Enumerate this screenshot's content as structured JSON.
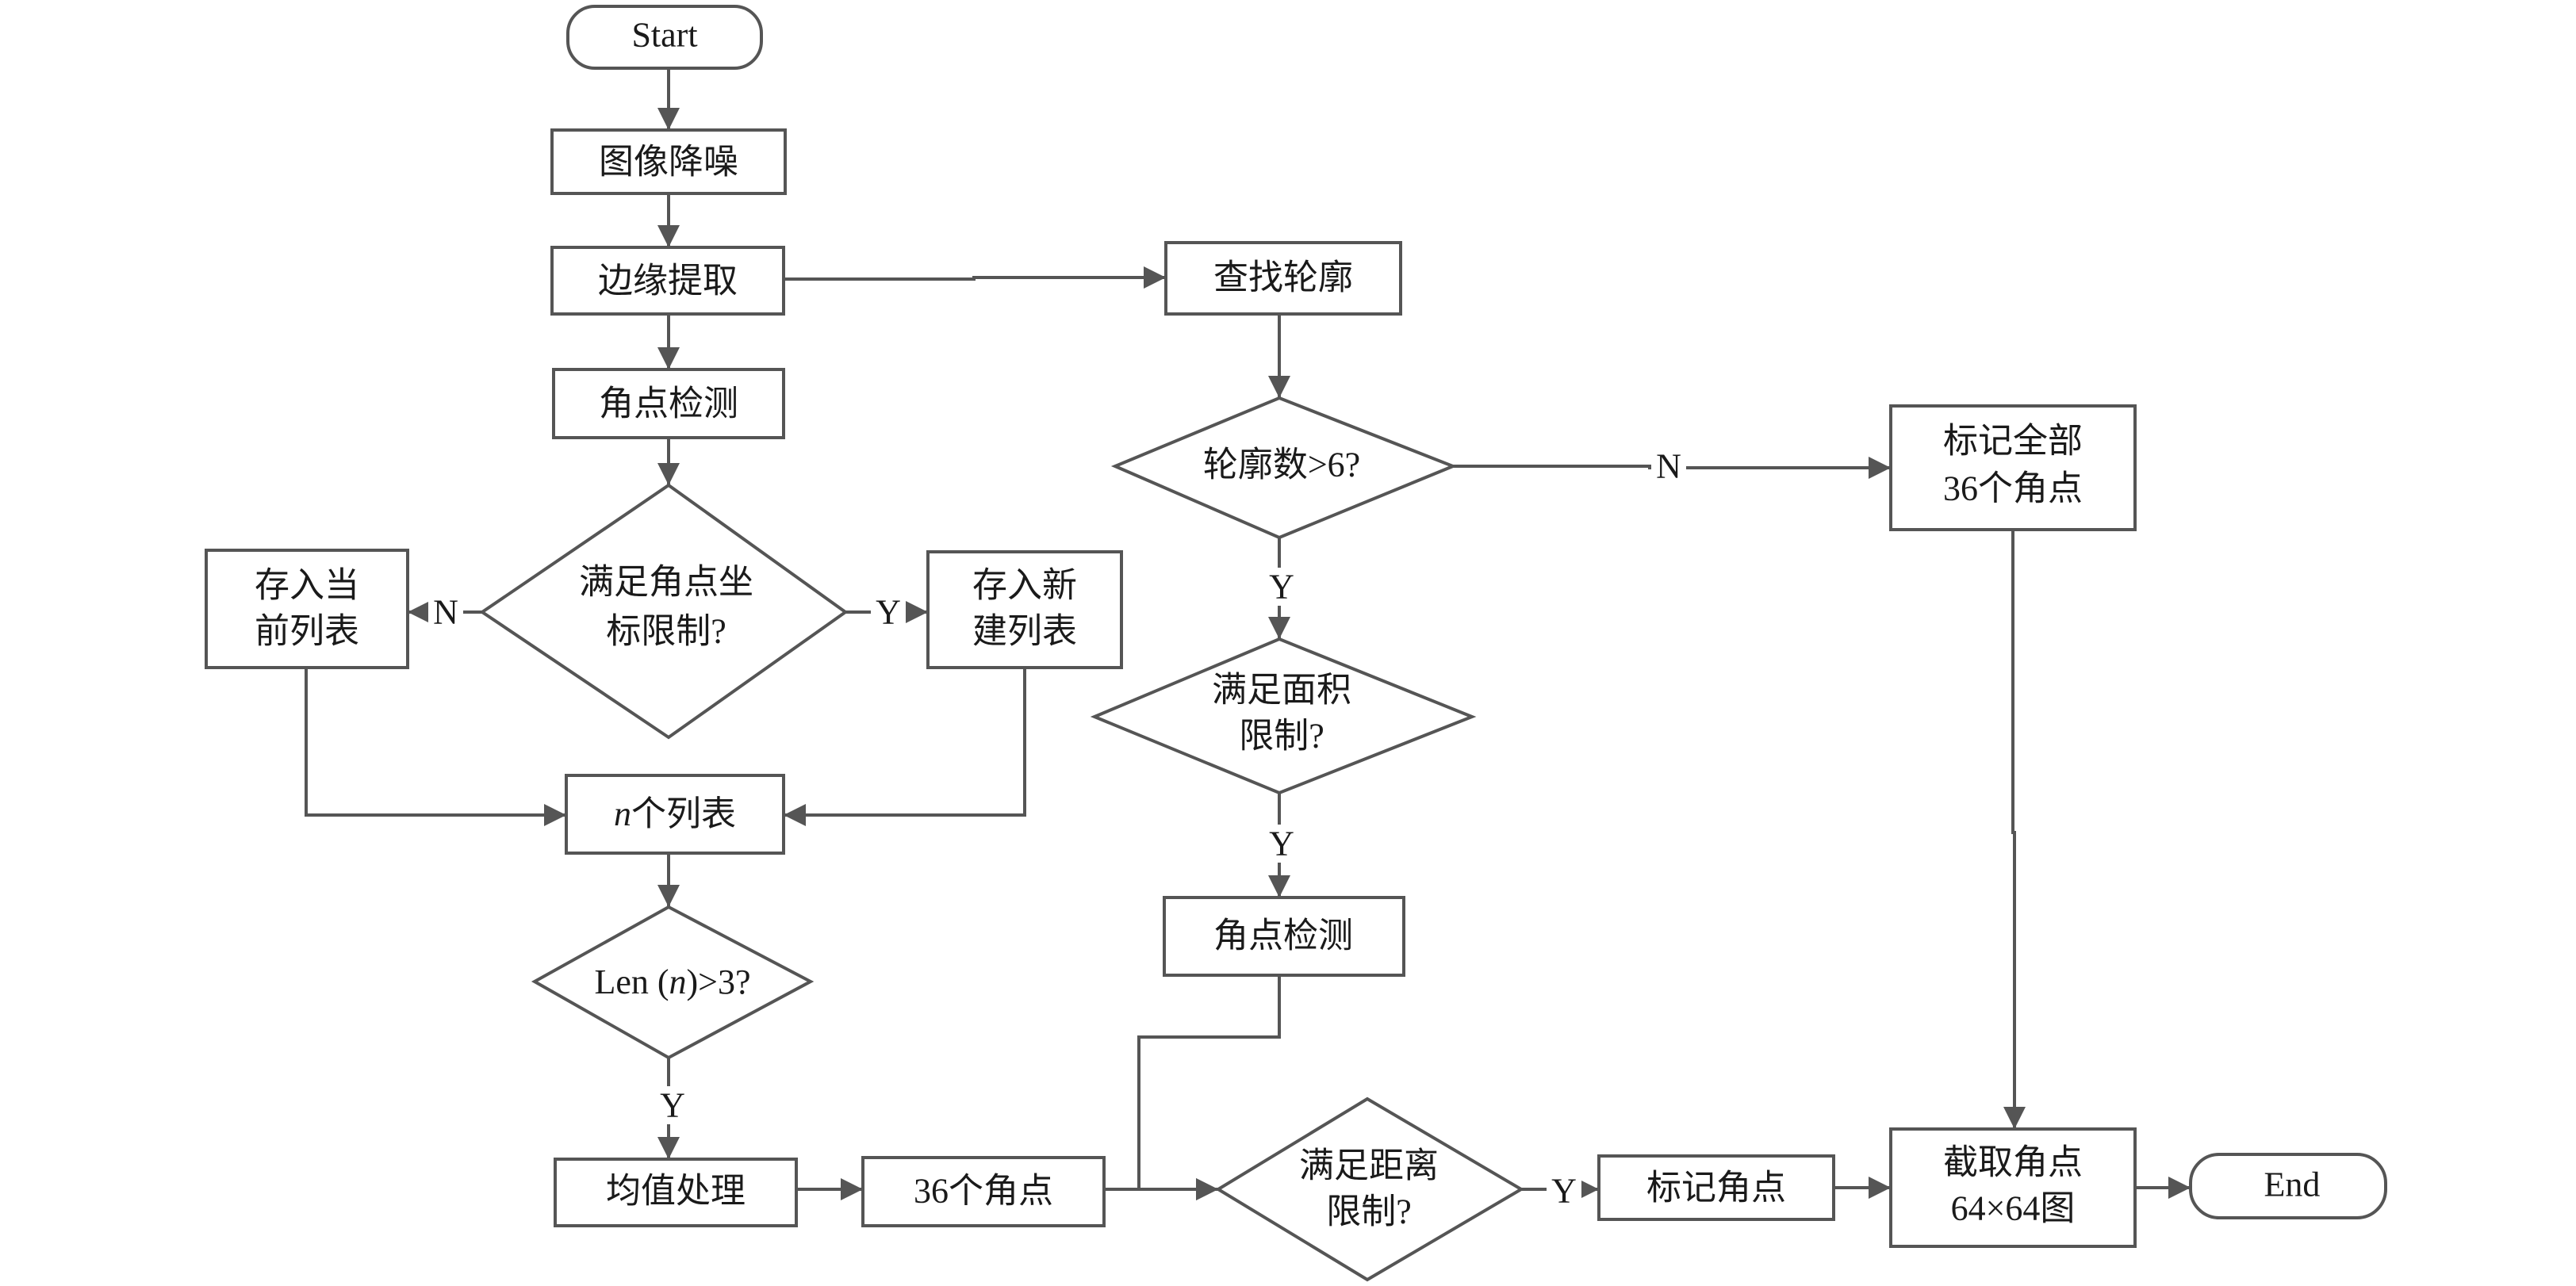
{
  "nodes": {
    "start": "Start",
    "denoise": "图像降噪",
    "edge": "边缘提取",
    "corner1": "角点检测",
    "coord_q_1": "满足角点坐",
    "coord_q_2": "标限制?",
    "store_cur_1": "存入当",
    "store_cur_2": "前列表",
    "store_new_1": "存入新",
    "store_new_2": "建列表",
    "nlists_var": "n",
    "nlists_text": "个列表",
    "len_pre": "Len (",
    "len_var": "n",
    "len_post": ")>3?",
    "mean": "均值处理",
    "c36": "36个角点",
    "contour": "查找轮廓",
    "contour_q": "轮廓数>6?",
    "mark_all_1": "标记全部",
    "mark_all_2": "36个角点",
    "area_q_1": "满足面积",
    "area_q_2": "限制?",
    "corner2": "角点检测",
    "dist_q_1": "满足距离",
    "dist_q_2": "限制?",
    "mark": "标记角点",
    "crop_1": "截取角点",
    "crop_2": "64×64图",
    "end": "End"
  },
  "labels": {
    "coord_no": "N",
    "coord_yes": "Y",
    "contour_no": "N",
    "contour_yes": "Y",
    "area_yes": "Y",
    "len_yes": "Y",
    "dist_yes": "Y"
  },
  "colors": {
    "stroke": "#555555",
    "text": "#1a1a1a",
    "background": "#ffffff"
  }
}
